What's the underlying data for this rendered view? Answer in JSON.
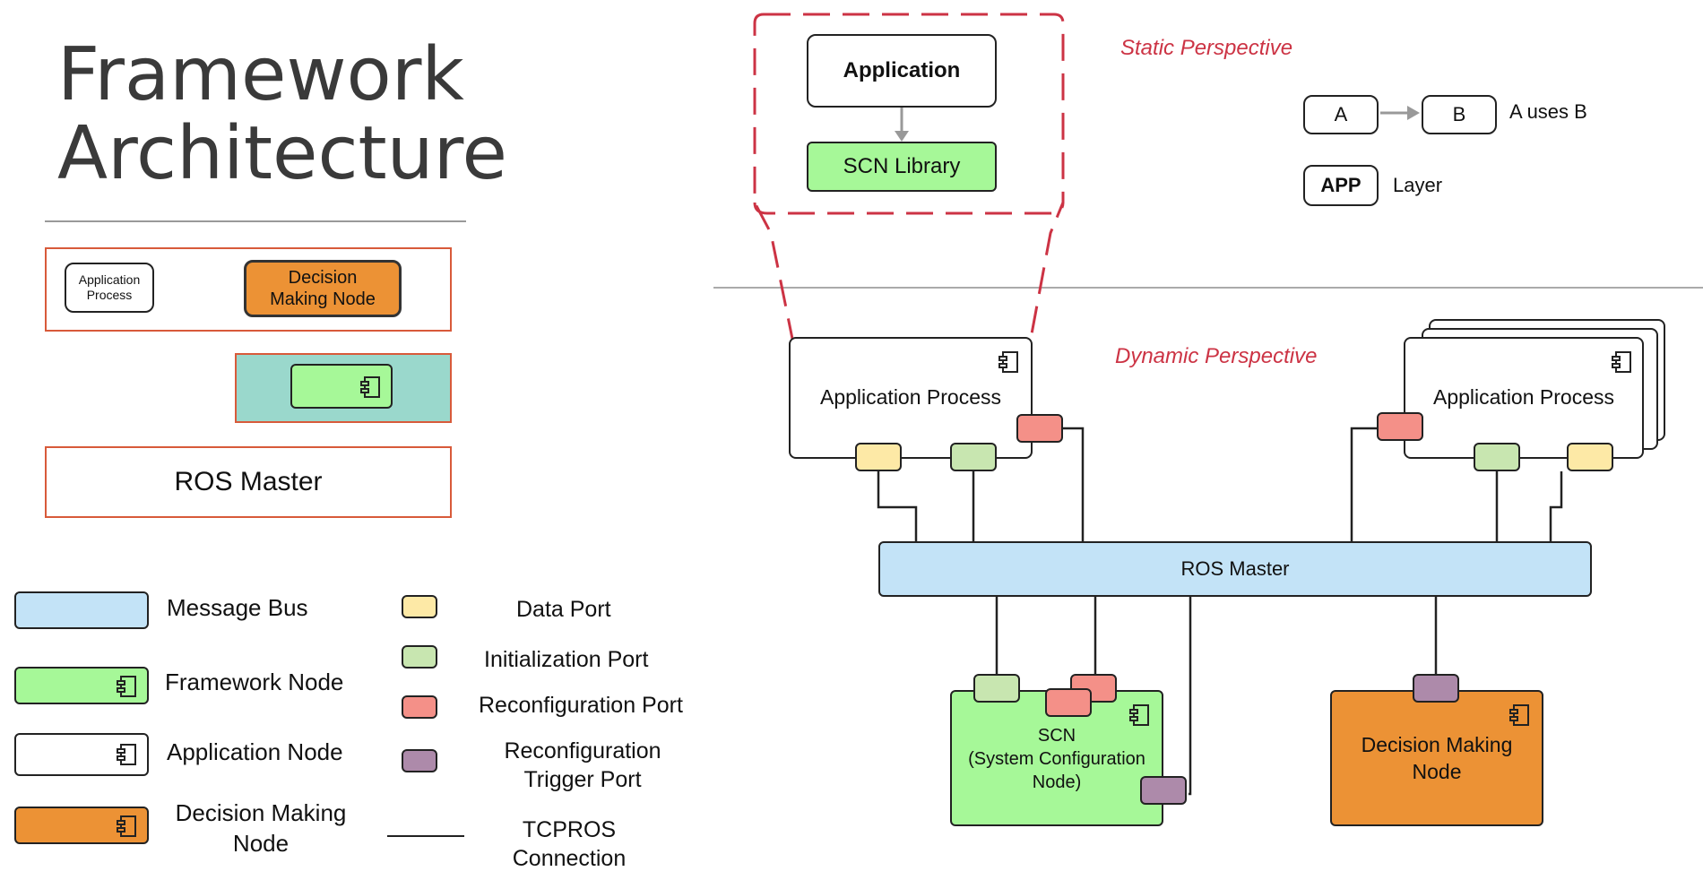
{
  "title": {
    "line1": "Framework",
    "line2": "Architecture"
  },
  "left_legend": {
    "application_process": "Application Process",
    "decision_making_node": "Decision Making Node",
    "ros_master": "ROS Master"
  },
  "key": {
    "message_bus": "Message Bus",
    "framework_node": "Framework Node",
    "application_node": "Application Node",
    "decision_making_node": "Decision Making Node",
    "data_port": "Data Port",
    "initialization_port": "Initialization Port",
    "reconfiguration_port": "Reconfiguration Port",
    "reconfiguration_trigger_port": "Reconfiguration Trigger Port",
    "tcpros_connection": "TCPROS Connection"
  },
  "static_view": {
    "label": "Static Perspective",
    "application": "Application",
    "scn_library": "SCN Library",
    "uses_a": "A",
    "uses_b": "B",
    "uses_text": "A uses B",
    "layer_box": "APP",
    "layer_text": "Layer"
  },
  "dynamic_view": {
    "label": "Dynamic Perspective",
    "app_process_left": "Application Process",
    "app_process_right": "Application Process",
    "ros_master": "ROS Master",
    "scn_line1": "SCN",
    "scn_line2": "(System Configuration",
    "scn_line3": "Node)",
    "dmn_line1": "Decision Making",
    "dmn_line2": "Node"
  },
  "colors": {
    "message_bus": "#c3e3f7",
    "framework_node": "#a6f898",
    "decision_node": "#ec9235",
    "data_port": "#fde9a6",
    "init_port": "#c8e6b0",
    "reconf_port": "#f49088",
    "trigger_port": "#ad8aaa",
    "perspective_red": "#cc3344",
    "legend_teal": "#9ad8cc"
  }
}
